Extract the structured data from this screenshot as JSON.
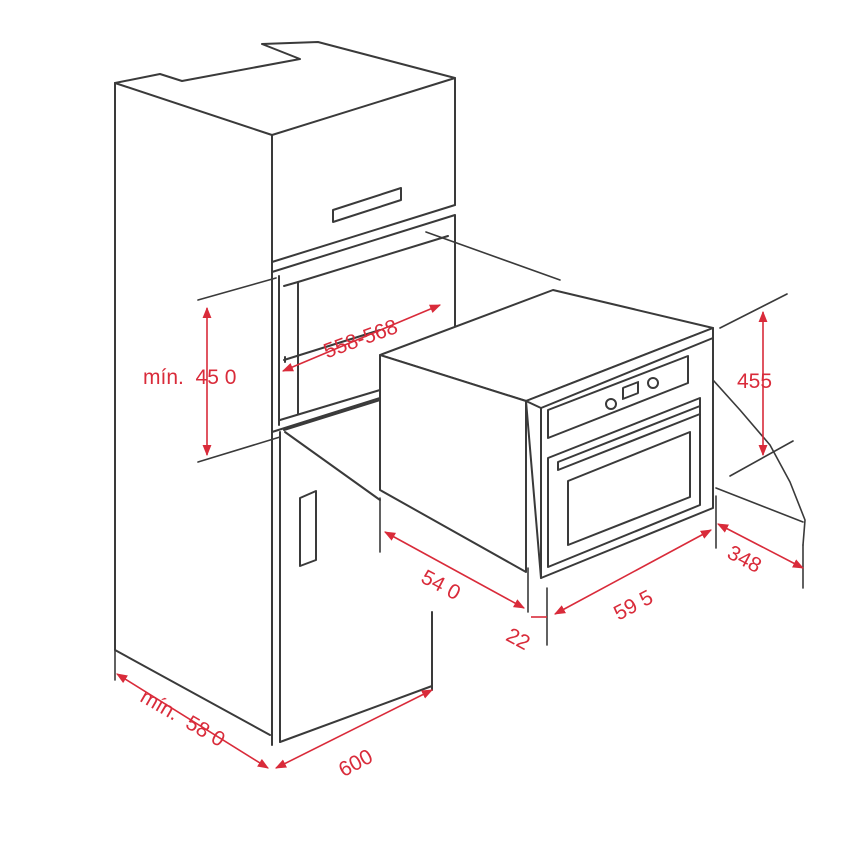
{
  "colors": {
    "line": "#3a3a3a",
    "dimension": "#d92b3a",
    "background": "#ffffff"
  },
  "dimensions": {
    "niche_width": "558-568",
    "niche_height": "mín.  45 0",
    "depth_540": "54 0",
    "front_22": "22",
    "width_595": "59 5",
    "height_455": "455",
    "depth_348": "348",
    "cabinet_depth": "mín.  58 0",
    "cabinet_width": "600"
  }
}
